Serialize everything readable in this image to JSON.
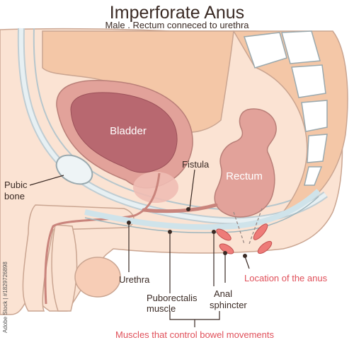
{
  "title": "Imperforate Anus",
  "subtitle": "Male . Rectum conneced to urethra",
  "labels": {
    "bladder": "Bladder",
    "rectum": "Rectum",
    "fistula": "Fistula",
    "pubic_bone_line1": "Pubic",
    "pubic_bone_line2": "bone",
    "urethra": "Urethra",
    "puborectalis_line1": "Puborectalis",
    "puborectalis_line2": "muscle",
    "anal_sphincter_line1": "Anal",
    "anal_sphincter_line2": "sphincter",
    "anus_location": "Location of the anus",
    "muscles_caption": "Muscles that control bowel movements"
  },
  "watermark_id": "Adobe Stock | #1829726898",
  "colors": {
    "title_text": "#3a2a24",
    "accent_red": "#e0505a",
    "skin": "#fbe3d3",
    "organ_pink": "#e2a29a",
    "bladder_inner": "#b86870",
    "sacrum": "#f4c7a7",
    "pelvic_floor_blue": "#cfe3ea"
  }
}
